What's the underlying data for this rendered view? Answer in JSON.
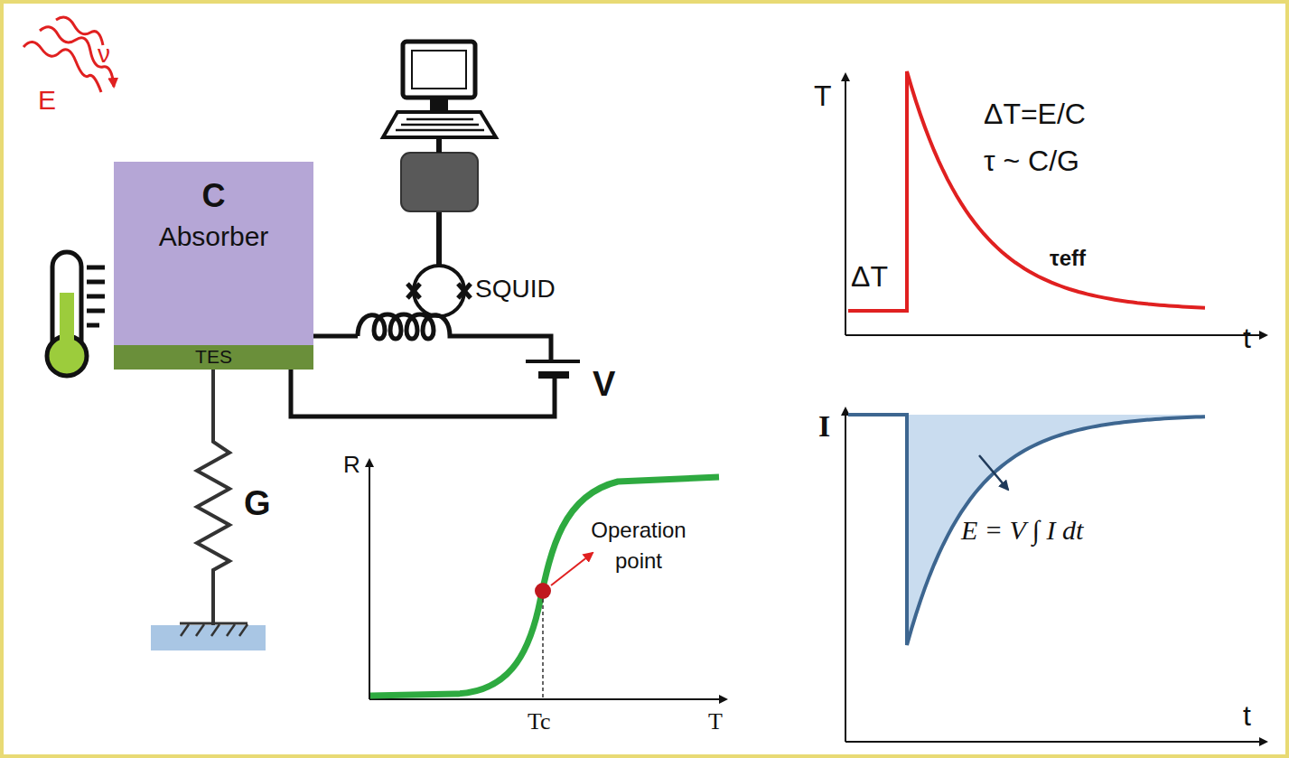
{
  "diagram": {
    "nodes": [
      {
        "text": [
          "C",
          "Absorber"
        ]
      },
      {
        "text": [
          "TES"
        ]
      }
    ],
    "labels": [
      "E",
      "ν",
      "SQUID",
      "V",
      "G",
      "R",
      "Operation point",
      "Tc",
      "T",
      "T",
      "ΔT=E/C",
      "τ ~ C/G",
      "ΔT",
      "τeff",
      "t",
      "I",
      "E = V ∫ I dt",
      "t"
    ]
  }
}
